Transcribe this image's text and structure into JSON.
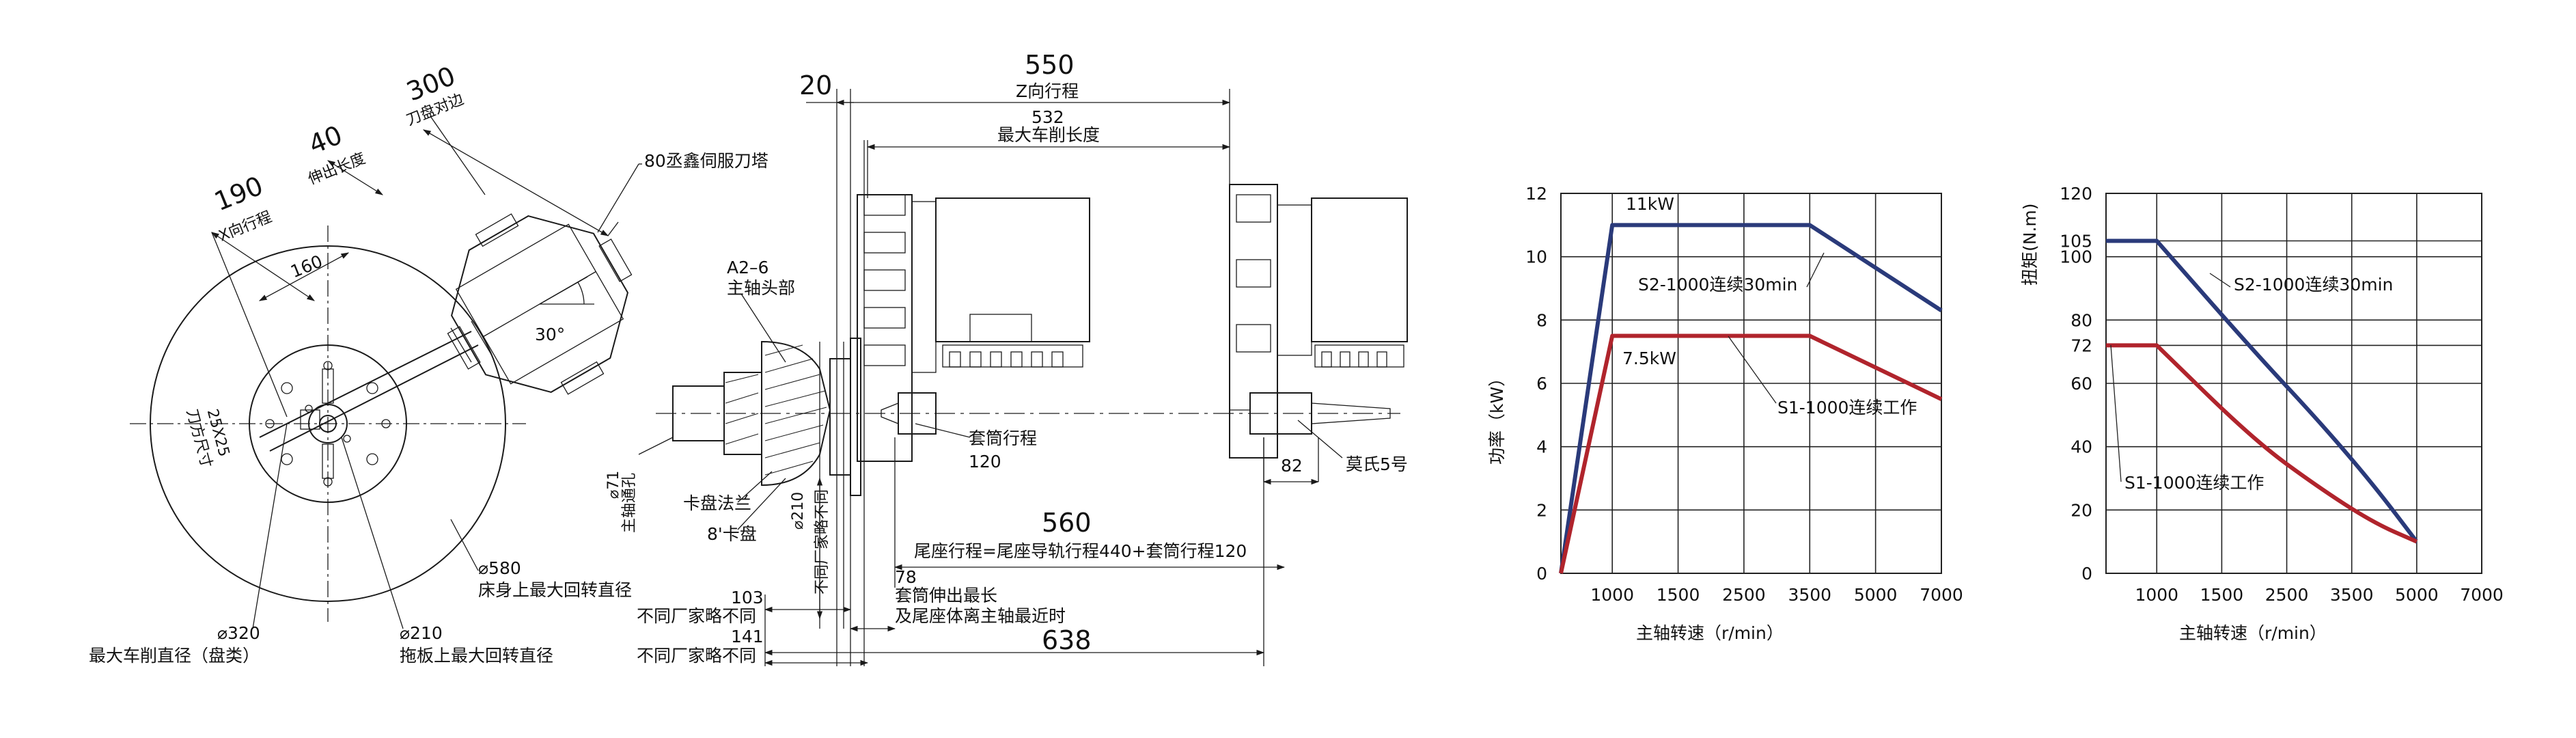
{
  "turret_view": {
    "dim_300": "300",
    "label_tool_face": "刀盘对边",
    "dim_40": "40",
    "label_extend": "伸出长度",
    "dim_190": "190",
    "label_x_travel": "X向行程",
    "dim_160": "160",
    "label_turret": "80丞鑫伺服刀塔",
    "angle_30": "30°",
    "tool_size_value": "25X25",
    "tool_size_label": "刀方尺寸",
    "d580": "⌀580",
    "label_bed_swing": "床身上最大回转直径",
    "d320": "⌀320",
    "label_max_turn": "最大车削直径（盘类）",
    "d210": "⌀210",
    "label_carriage_swing": "拖板上最大回转直径"
  },
  "lathe_view": {
    "dim_20": "20",
    "dim_550": "550",
    "label_z_travel": "Z向行程",
    "dim_532": "532",
    "label_max_turn_len": "最大车削长度",
    "label_spindle_nose": "A2–6",
    "label_spindle_head": "主轴头部",
    "label_bore_d": "⌀71",
    "label_bore": "主轴通孔",
    "label_chuck_flange": "卡盘法兰",
    "label_chuck": "8'卡盘",
    "label_d210": "⌀210",
    "label_varies_v": "不同厂家略不同",
    "label_quill_travel": "套筒行程",
    "quill_travel_value": "120",
    "dim_82": "82",
    "label_morse": "莫氏5号",
    "dim_560": "560",
    "label_tail_formula": "尾座行程=尾座导轨行程440+套筒行程120",
    "dim_103": "103",
    "label_varies_1": "不同厂家略不同",
    "dim_78": "78",
    "label_quill_ext": "套筒伸出最长",
    "label_tail_min": "及尾座体离主轴最近时",
    "dim_141": "141",
    "label_varies_2": "不同厂家略不同",
    "dim_638": "638"
  },
  "chart_data": [
    {
      "type": "line",
      "ylabel": "功率（kW）",
      "xlabel": "主轴转速（r/min）",
      "x_ticks": [
        "1000",
        "1500",
        "2500",
        "3500",
        "5000",
        "7000"
      ],
      "y_ticks": [
        "0",
        "2",
        "4",
        "6",
        "8",
        "10",
        "12"
      ],
      "ylim": [
        0,
        12
      ],
      "grid": true,
      "series": [
        {
          "name": "S2-1000连续30min",
          "color": "#2a3a7a",
          "points": [
            [
              0,
              0
            ],
            [
              1000,
              11
            ],
            [
              3500,
              11
            ],
            [
              7000,
              8.3
            ]
          ]
        },
        {
          "name": "S1-1000连续工作",
          "color": "#b0242c",
          "points": [
            [
              0,
              0
            ],
            [
              1000,
              7.5
            ],
            [
              3500,
              7.5
            ],
            [
              7000,
              5.5
            ]
          ]
        }
      ],
      "annotations": [
        "11kW",
        "7.5kW"
      ]
    },
    {
      "type": "line",
      "ylabel": "扭矩(N.m)",
      "xlabel": "主轴转速（r/min）",
      "x_ticks": [
        "1000",
        "1500",
        "2500",
        "3500",
        "5000",
        "7000"
      ],
      "y_ticks": [
        "0",
        "20",
        "40",
        "60",
        "72",
        "80",
        "100",
        "105",
        "120"
      ],
      "ylim": [
        0,
        120
      ],
      "grid": true,
      "series": [
        {
          "name": "S2-1000连续30min",
          "color": "#2a3a7a",
          "points": [
            [
              0,
              105
            ],
            [
              1000,
              105
            ],
            [
              2000,
              70
            ],
            [
              3000,
              48
            ],
            [
              4000,
              28
            ],
            [
              5000,
              10
            ]
          ]
        },
        {
          "name": "S1-1000连续工作",
          "color": "#b0242c",
          "points": [
            [
              0,
              72
            ],
            [
              1000,
              72
            ],
            [
              2000,
              42
            ],
            [
              3000,
              27
            ],
            [
              4000,
              16
            ],
            [
              5000,
              10
            ]
          ]
        }
      ]
    }
  ]
}
